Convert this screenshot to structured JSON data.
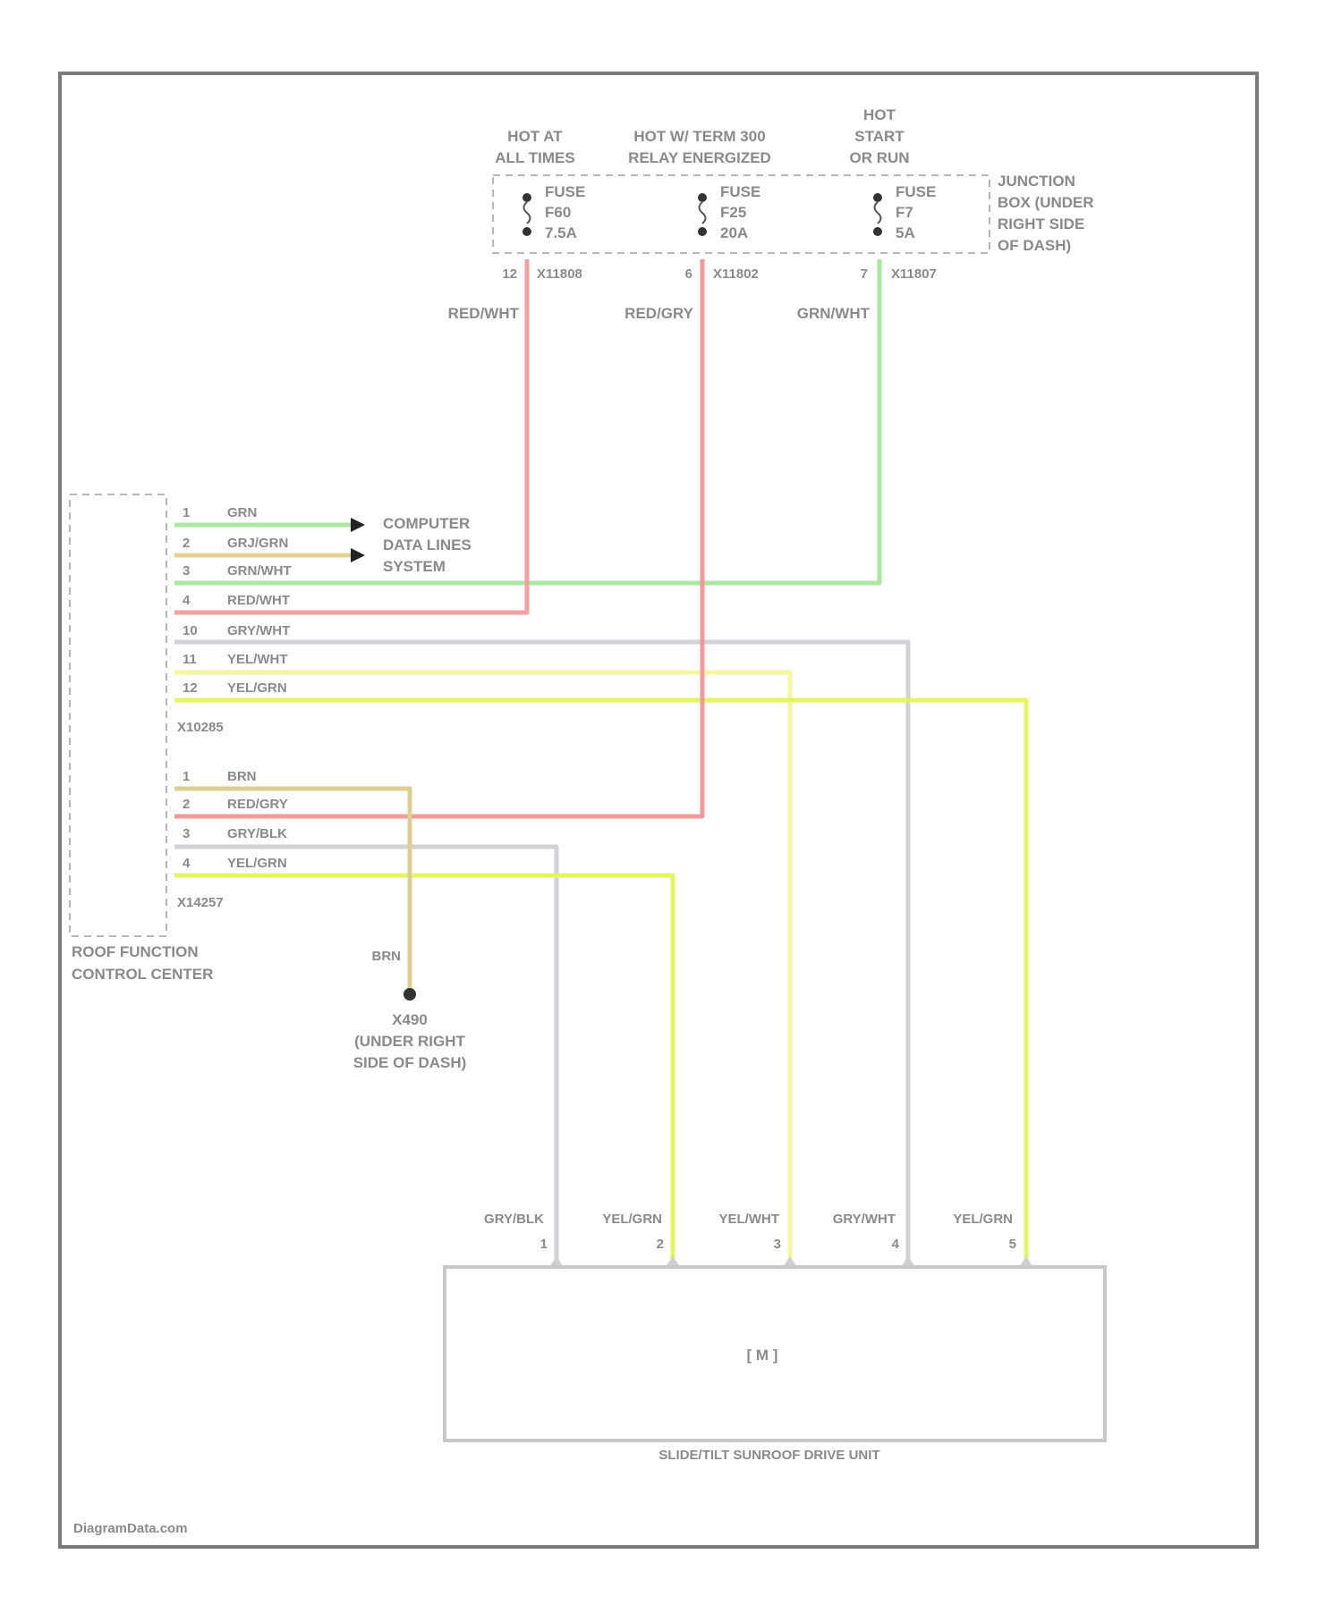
{
  "colors": {
    "red_wht": "#f2a0a0",
    "red_gry": "#f09a9a",
    "grn": "#a8e8a0",
    "org_grn": "#e6cf95",
    "gry": "#d2d2d6",
    "yel_wht": "#f4f7a0",
    "yel_grn": "#e4f560",
    "brn": "#ddd08f"
  },
  "junction_box": {
    "label": [
      "JUNCTION",
      "BOX (UNDER",
      "RIGHT SIDE",
      "OF DASH)"
    ],
    "fuses": [
      {
        "header": [
          "HOT AT",
          "ALL TIMES"
        ],
        "name": "FUSE",
        "id": "F60",
        "rating": "7.5A",
        "pin": "12",
        "connector": "X11808",
        "wire": "RED/WHT"
      },
      {
        "header": [
          "HOT W/ TERM 300",
          "RELAY ENERGIZED"
        ],
        "name": "FUSE",
        "id": "F25",
        "rating": "20A",
        "pin": "6",
        "connector": "X11802",
        "wire": "RED/GRY"
      },
      {
        "header": [
          "HOT",
          "START",
          "OR RUN"
        ],
        "name": "FUSE",
        "id": "F7",
        "rating": "5A",
        "pin": "7",
        "connector": "X11807",
        "wire": "GRN/WHT"
      }
    ]
  },
  "control_center": {
    "label": [
      "ROOF FUNCTION",
      "CONTROL CENTER"
    ],
    "connector_a": {
      "name": "X10285",
      "pins": [
        {
          "num": "1",
          "wire": "GRN"
        },
        {
          "num": "2",
          "wire": "GRJ/GRN"
        },
        {
          "num": "3",
          "wire": "GRN/WHT"
        },
        {
          "num": "4",
          "wire": "RED/WHT"
        },
        {
          "num": "10",
          "wire": "GRY/WHT"
        },
        {
          "num": "11",
          "wire": "YEL/WHT"
        },
        {
          "num": "12",
          "wire": "YEL/GRN"
        }
      ]
    },
    "connector_b": {
      "name": "X14257",
      "pins": [
        {
          "num": "1",
          "wire": "BRN"
        },
        {
          "num": "2",
          "wire": "RED/GRY"
        },
        {
          "num": "3",
          "wire": "GRY/BLK"
        },
        {
          "num": "4",
          "wire": "YEL/GRN"
        }
      ]
    }
  },
  "data_lines": {
    "label": [
      "COMPUTER",
      "DATA LINES",
      "SYSTEM"
    ]
  },
  "ground": {
    "wire": "BRN",
    "id": "X490",
    "label": [
      "(UNDER RIGHT",
      "SIDE OF DASH)"
    ]
  },
  "drive_unit": {
    "label": "SLIDE/TILT SUNROOF DRIVE UNIT",
    "symbol": "[ M ]",
    "pins": [
      {
        "num": "1",
        "wire": "GRY/BLK"
      },
      {
        "num": "2",
        "wire": "YEL/GRN"
      },
      {
        "num": "3",
        "wire": "YEL/WHT"
      },
      {
        "num": "4",
        "wire": "GRY/WHT"
      },
      {
        "num": "5",
        "wire": "YEL/GRN"
      }
    ]
  },
  "watermark": "DiagramData.com"
}
